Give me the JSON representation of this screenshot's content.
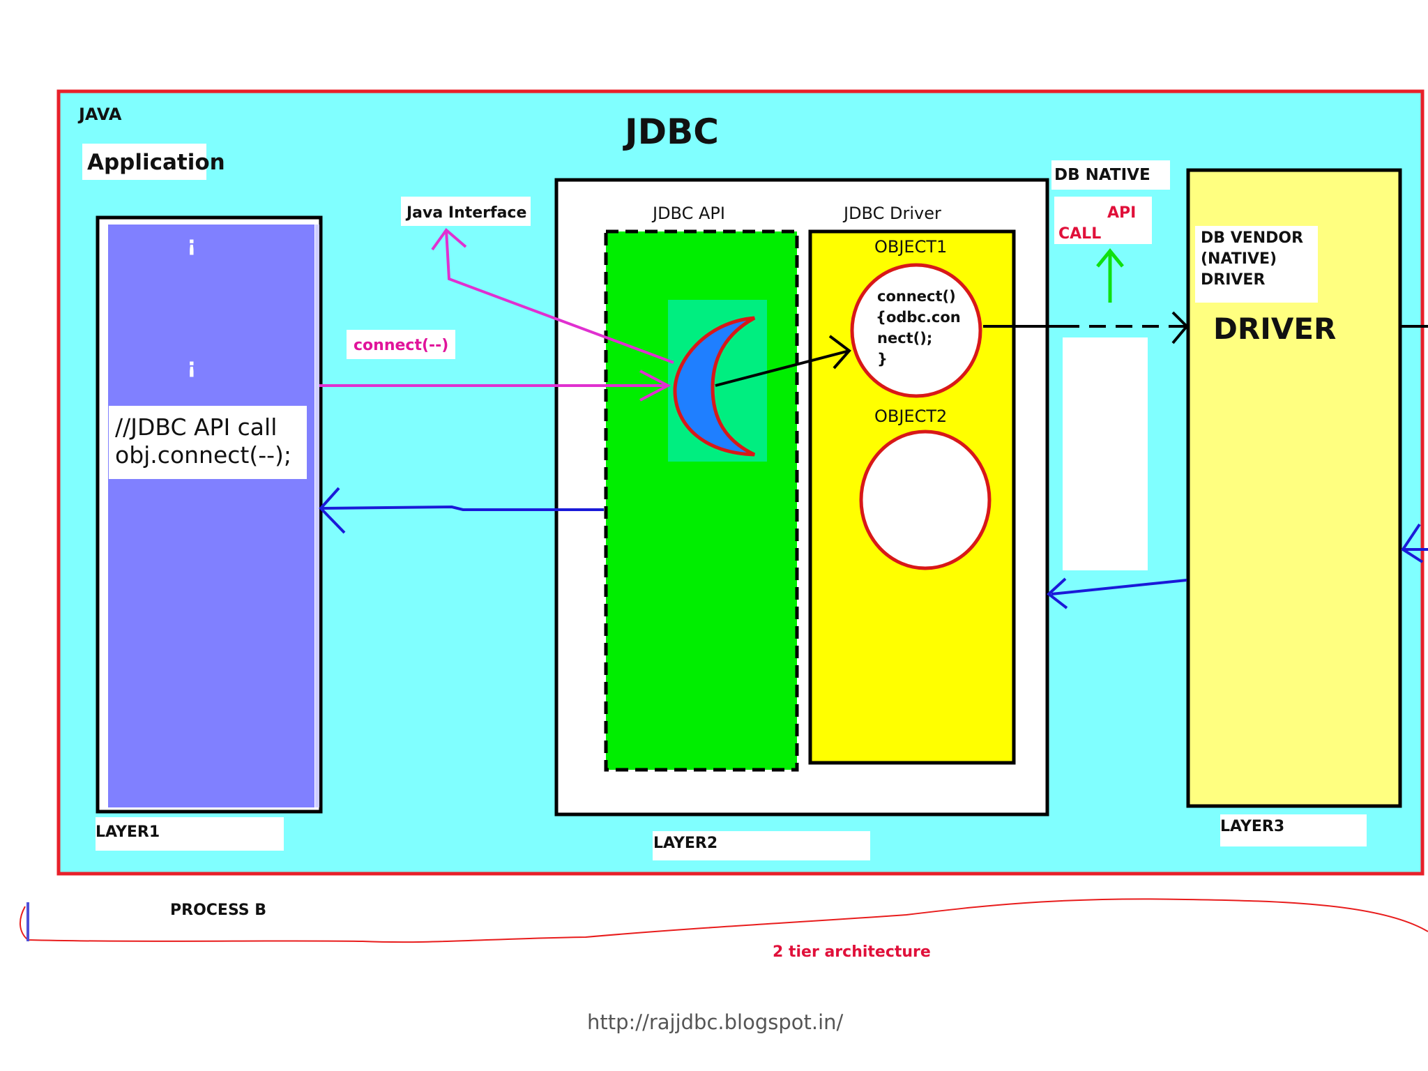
{
  "labels": {
    "java": "JAVA",
    "application": "Application",
    "jdbc_title": "JDBC",
    "java_interface": "Java Interface",
    "jdbc_api": "JDBC API",
    "jdbc_driver": "JDBC Driver",
    "db_native": "DB NATIVE",
    "api_call_line1": "API",
    "api_call_line2": "CALL",
    "db_vendor_line1": "DB VENDOR",
    "db_vendor_line2": "(NATIVE)",
    "db_vendor_line3": "DRIVER",
    "driver": "DRIVER",
    "connect_call": "connect(--)",
    "object1": "OBJECT1",
    "object2": "OBJECT2",
    "connect_code_1": "connect()",
    "connect_code_2": "{odbc.con",
    "connect_code_3": "nect();",
    "connect_code_4": "}",
    "jdbc_call_comment": "//JDBC API call",
    "jdbc_call_code": "obj.connect(--);",
    "layer1": "LAYER1",
    "layer2": "LAYER2",
    "layer3": "LAYER3",
    "process_b": "PROCESS B",
    "tier": "2 tier architecture",
    "footer_url": "http://rajjdbc.blogspot.in/"
  },
  "colors": {
    "background": "#80ffff",
    "frame_border": "#e8202a",
    "layer1_fill": "#8080ff",
    "jdbc_api_fill": "#00ee00",
    "jdbc_driver_fill": "#ffff00",
    "vendor_driver_fill": "#ffff80",
    "moon_fill": "#1f7fff",
    "magenta_arrow": "#e030d0",
    "blue_arrow": "#1a1ad8",
    "green_arrow": "#10e010"
  }
}
